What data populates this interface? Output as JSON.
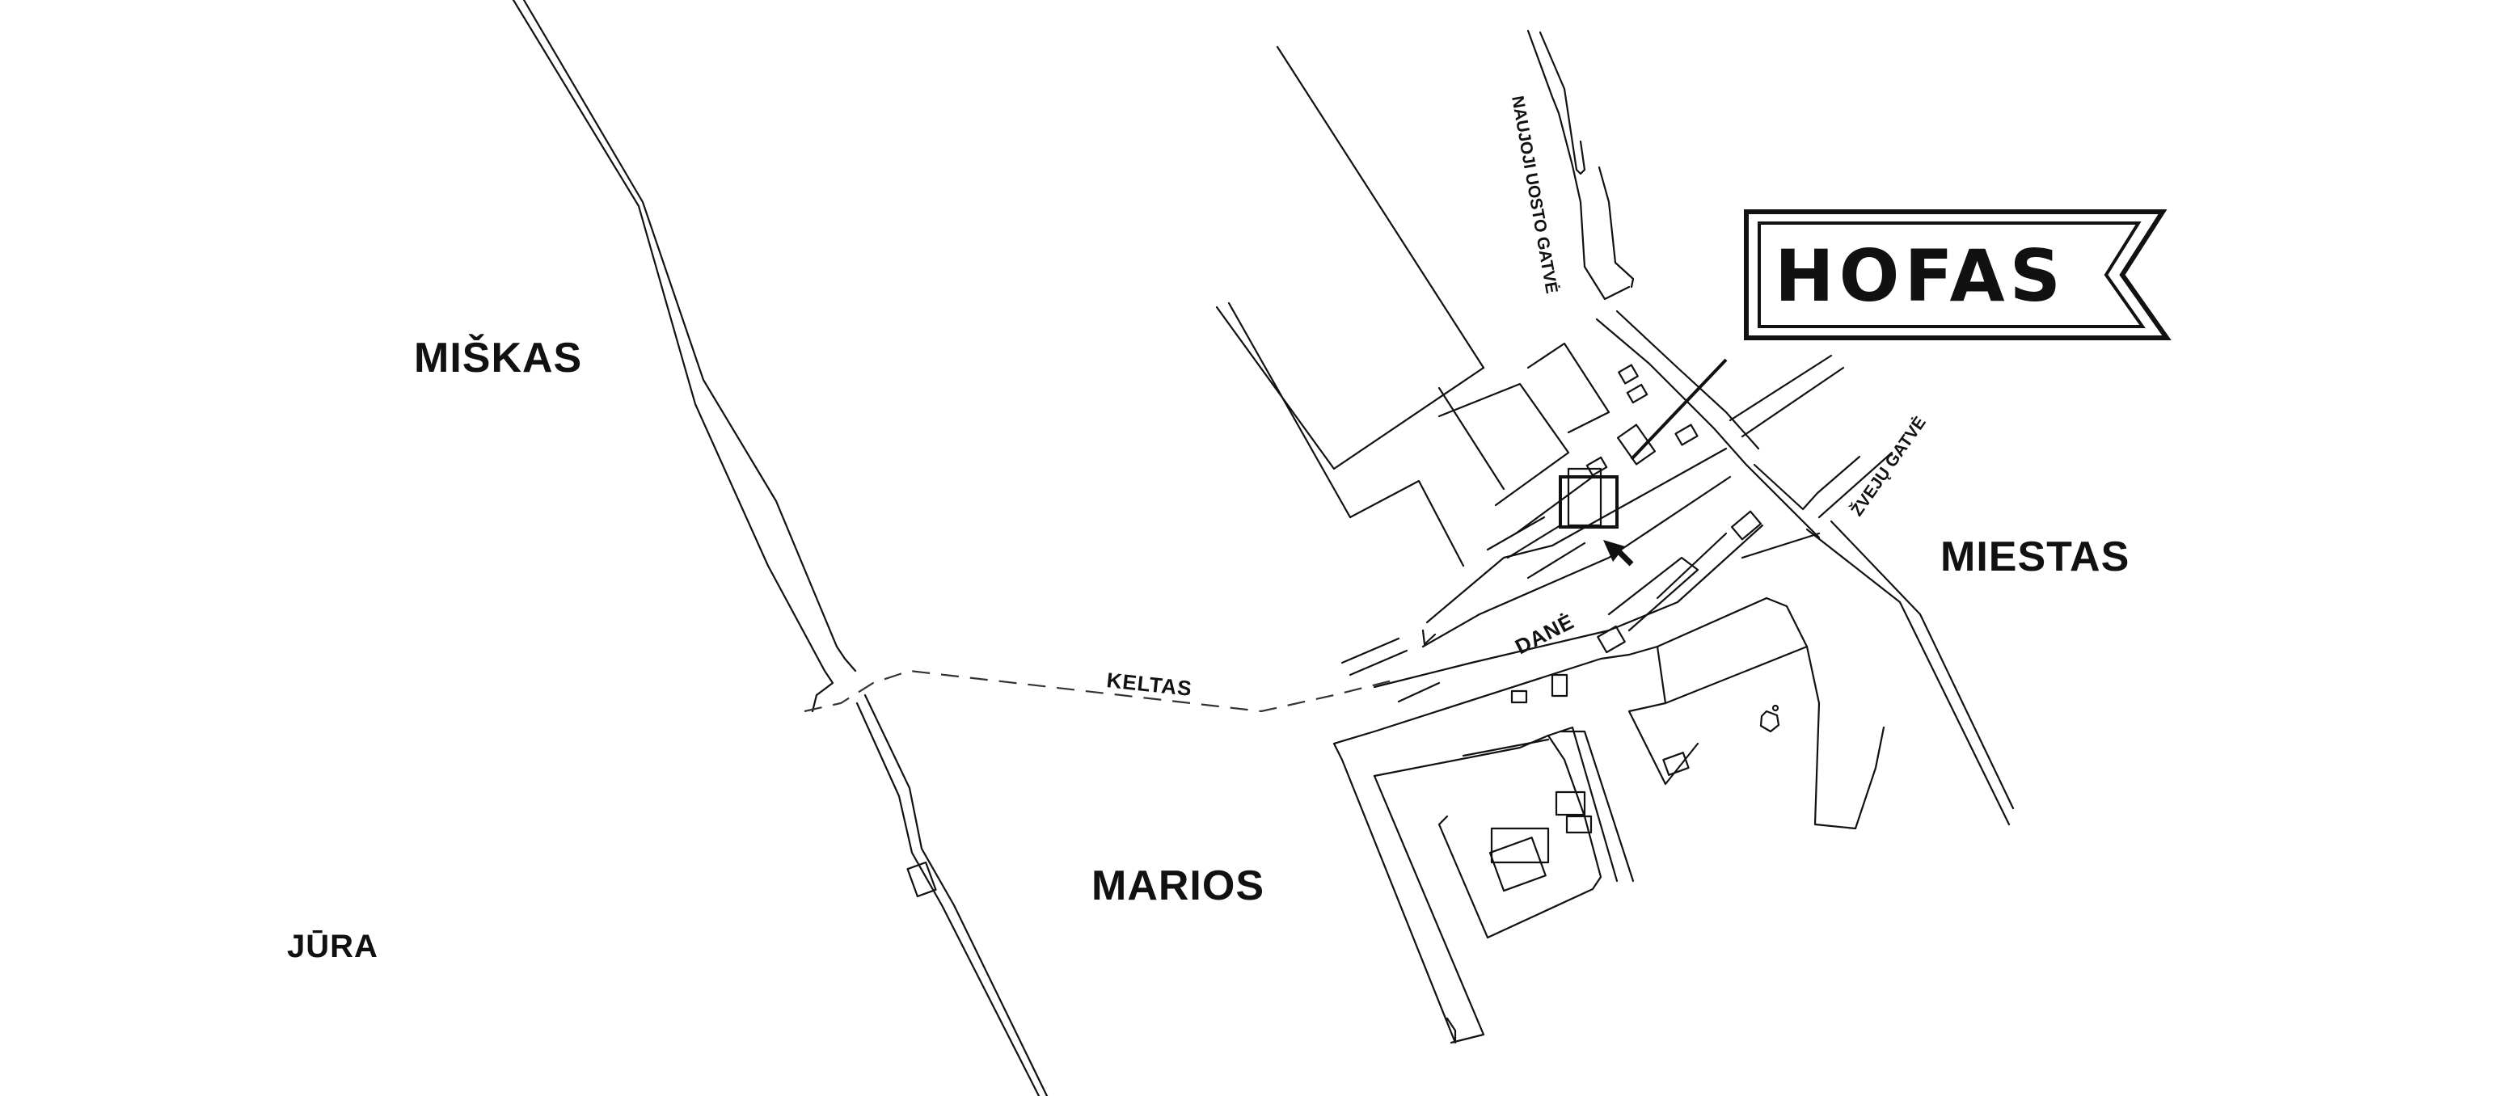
{
  "map": {
    "brand": {
      "name": "HOFAS"
    },
    "areas": {
      "forest": "MIŠKAS",
      "sea": "JŪRA",
      "lagoon": "MARIOS",
      "city": "MIESTAS"
    },
    "routes": {
      "ferry": "KELTAS",
      "river": "DANĖ"
    },
    "streets": {
      "port_street": "NAUJOJI UOSTO GATVĖ",
      "fishers_street": "ŽVEJŲ GATVĖ"
    }
  }
}
